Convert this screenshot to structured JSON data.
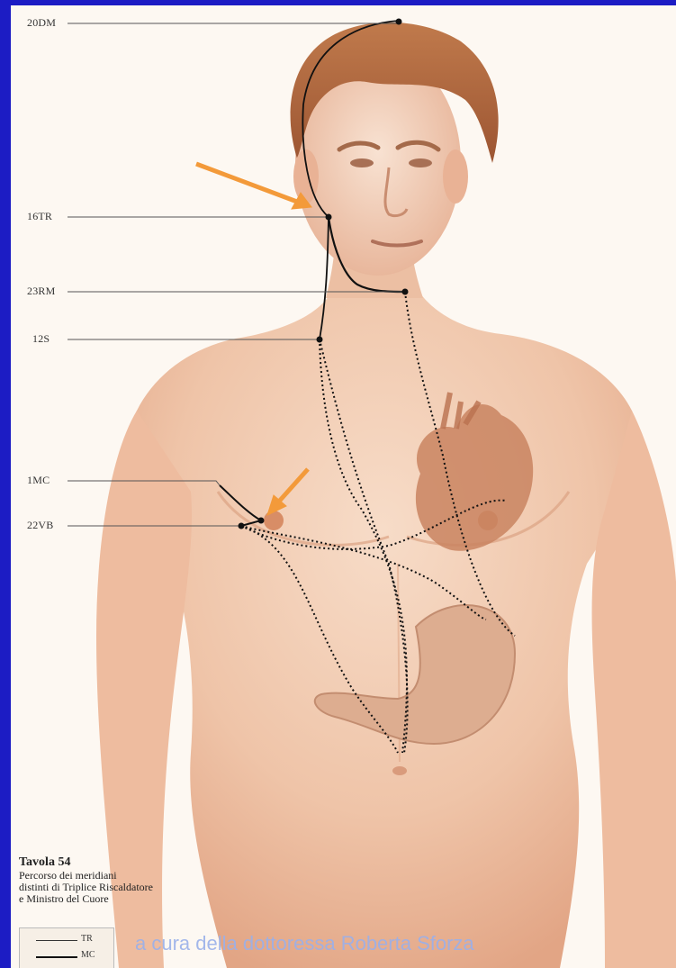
{
  "points": [
    {
      "name": "20DM"
    },
    {
      "name": "16TR"
    },
    {
      "name": "23RM"
    },
    {
      "name": "12S"
    },
    {
      "name": "1MC"
    },
    {
      "name": "22VB"
    }
  ],
  "caption": {
    "title": "Tavola 54",
    "lines": [
      "Percorso dei meridiani",
      "distinti di Triplice Riscaldatore",
      "e Ministro del Cuore"
    ]
  },
  "legend": [
    {
      "label": "TR",
      "style": "thin"
    },
    {
      "label": "MC",
      "style": "thick"
    }
  ],
  "watermark": "a cura della dottoressa Roberta Sforza",
  "colors": {
    "background_frame": "#1f1fc8",
    "skin": "#eab99b",
    "hair": "#b76a3e",
    "arrow": "#f39a3a",
    "watermark": "#9ab0ea"
  }
}
